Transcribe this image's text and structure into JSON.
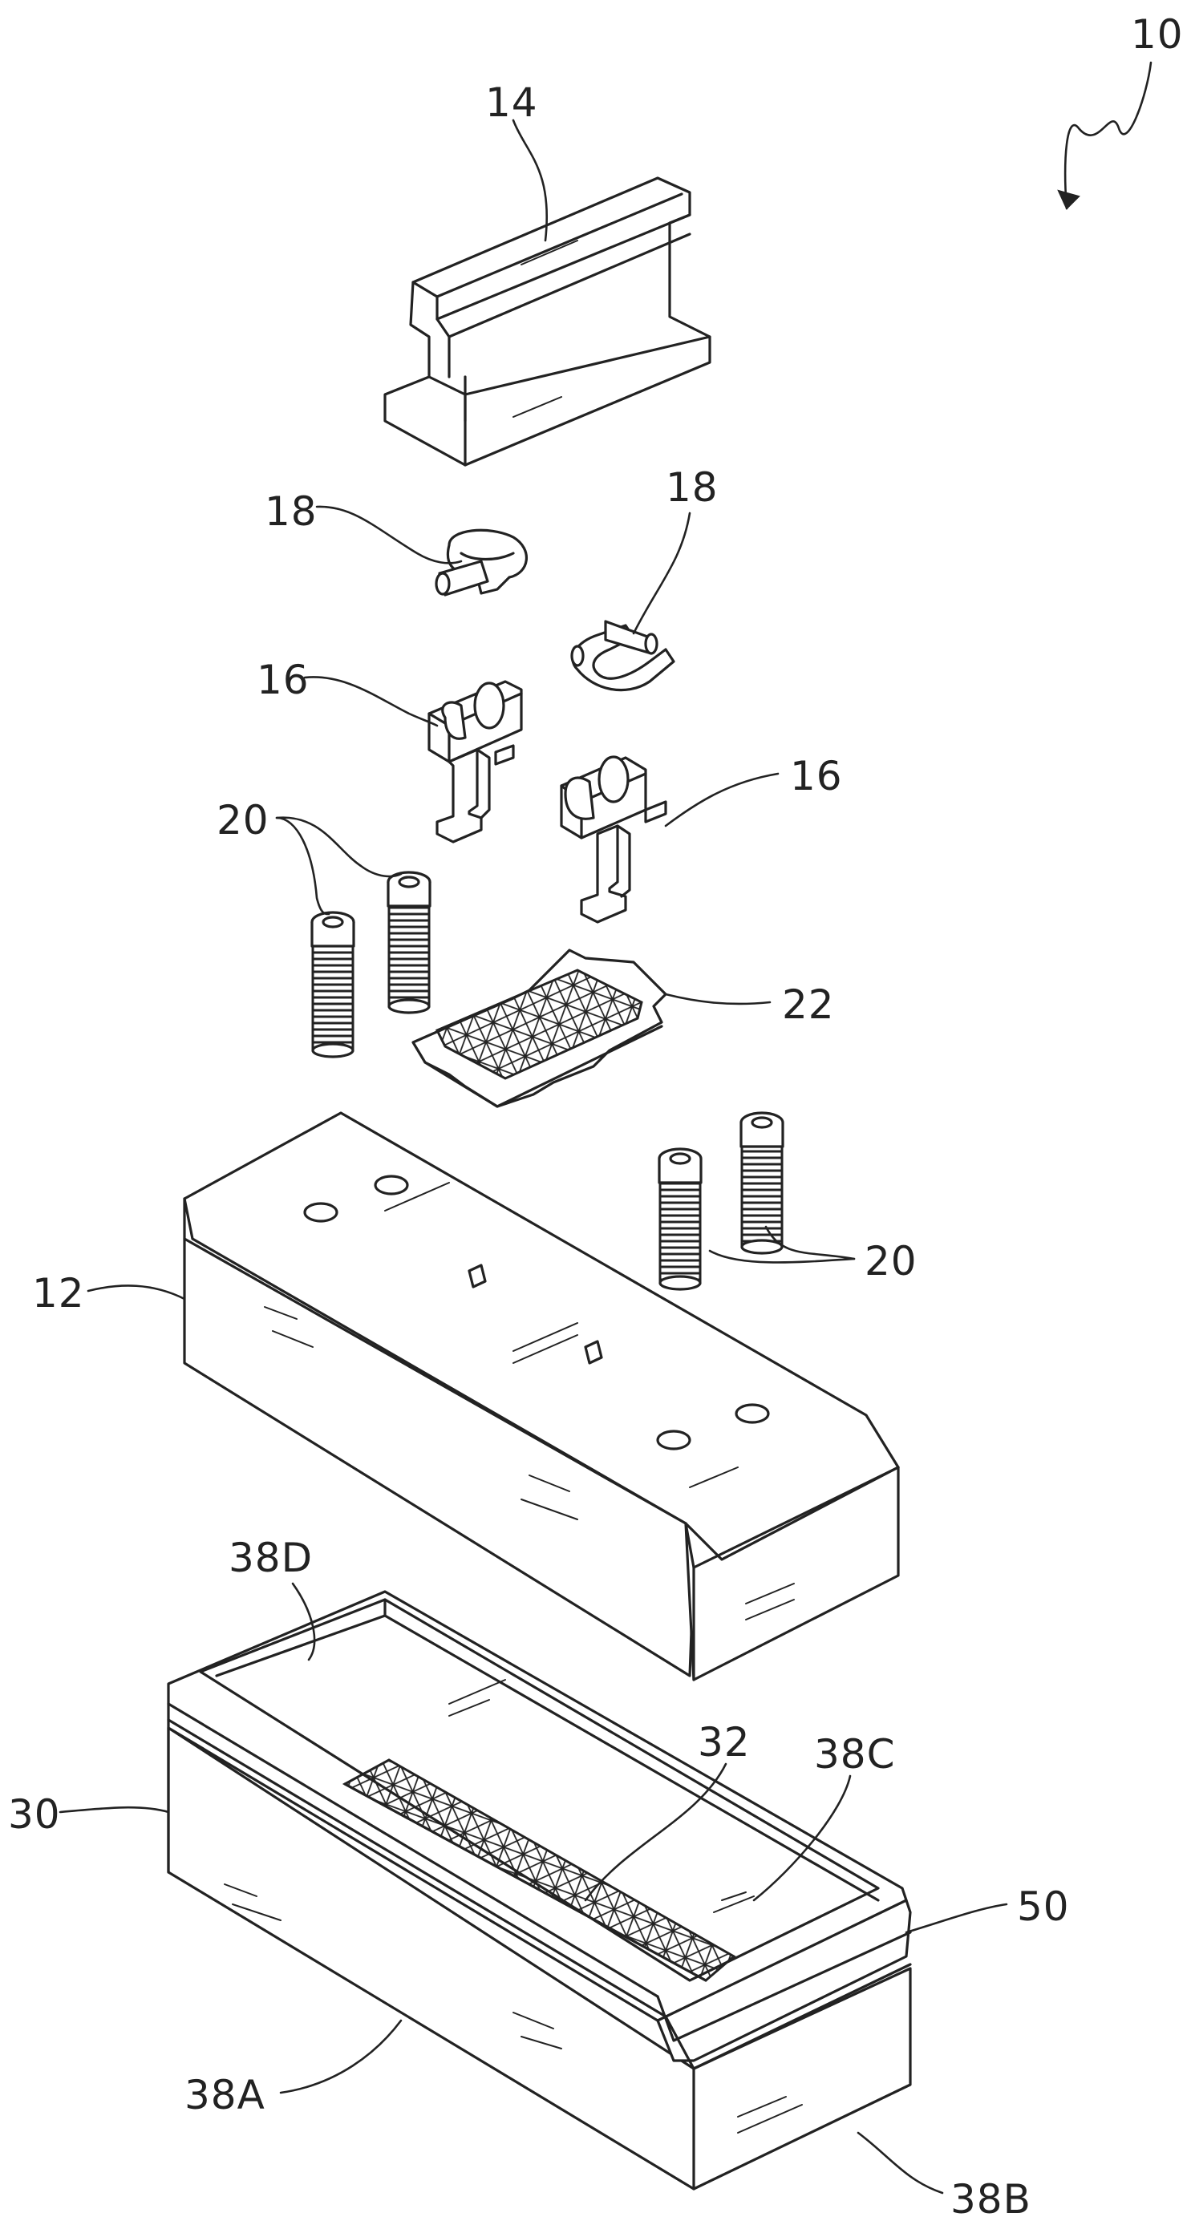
{
  "figure": {
    "labels": {
      "assembly": "10",
      "rail": "14",
      "clip_left": "18",
      "clip_right": "18",
      "anchor_left": "16",
      "anchor_right": "16",
      "bolts_upper": "20",
      "bolts_lower": "20",
      "pad": "22",
      "sleeper": "12",
      "container": "30",
      "mesh_floor": "32",
      "wall_front": "38A",
      "wall_end": "38B",
      "wall_back": "38C",
      "wall_far_end": "38D",
      "rim": "50"
    }
  }
}
